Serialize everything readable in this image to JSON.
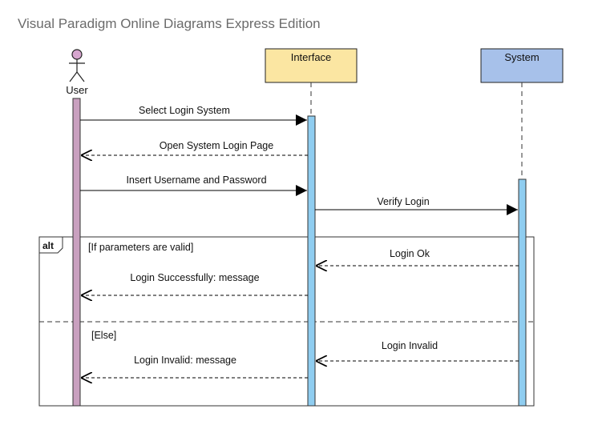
{
  "header": {
    "title": "Visual Paradigm Online Diagrams Express Edition"
  },
  "participants": {
    "user": {
      "label": "User"
    },
    "interface": {
      "label": "Interface"
    },
    "system": {
      "label": "System"
    }
  },
  "colors": {
    "actor_head": "#d7a6cf",
    "user_activation": "#c9a0bf",
    "interface_box": "#fbe6a2",
    "system_box": "#a7c1ea",
    "activation_blue": "#8fcdf0",
    "fragment_border": "#333333"
  },
  "fragment": {
    "operator": "alt",
    "guard1": "[If parameters are valid]",
    "guard2": "[Else]"
  },
  "messages": [
    {
      "id": "m1",
      "label": "Select Login System",
      "kind": "sync"
    },
    {
      "id": "m2",
      "label": "Open System Login Page",
      "kind": "return"
    },
    {
      "id": "m3",
      "label": "Insert Username and Password",
      "kind": "sync"
    },
    {
      "id": "m4",
      "label": "Verify Login",
      "kind": "sync"
    },
    {
      "id": "m5",
      "label": "Login Ok",
      "kind": "return"
    },
    {
      "id": "m6",
      "label": "Login Successfully: message",
      "kind": "return"
    },
    {
      "id": "m7",
      "label": "Login Invalid",
      "kind": "return"
    },
    {
      "id": "m8",
      "label": "Login Invalid: message",
      "kind": "return"
    }
  ]
}
